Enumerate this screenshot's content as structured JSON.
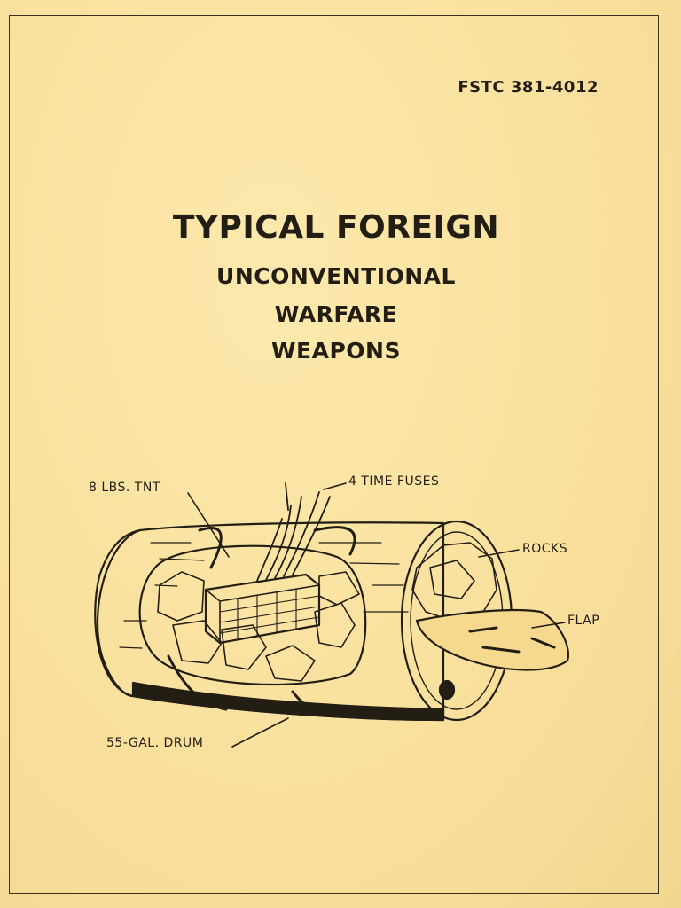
{
  "document": {
    "doc_id": "FSTC 381-4012",
    "title": "TYPICAL FOREIGN",
    "subtitle_lines": [
      "UNCONVENTIONAL",
      "WARFARE",
      "WEAPONS"
    ]
  },
  "illustration": {
    "labels": {
      "tnt": "8 LBS. TNT",
      "fuses_prefix": "4 TIME",
      "fuses_suffix": "FUSES",
      "rocks": "ROCKS",
      "flap": "FLAP",
      "drum": "55-GAL. DRUM"
    }
  },
  "colors": {
    "paper": "#fbe6a6",
    "ink": "#231e14"
  }
}
